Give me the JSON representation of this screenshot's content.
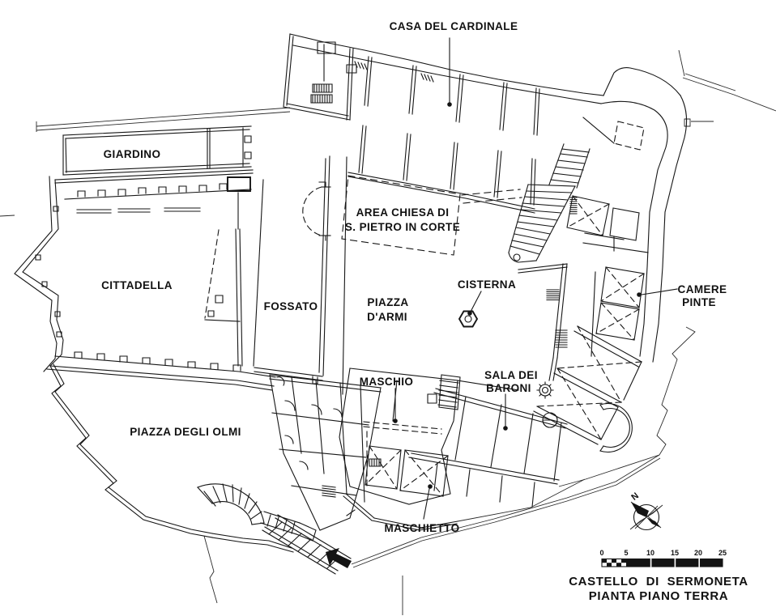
{
  "plan": {
    "labels": {
      "casa_del_cardinale": "CASA DEL CARDINALE",
      "giardino": "GIARDINO",
      "area_chiesa_1": "AREA CHIESA DI",
      "area_chiesa_2": "S. PIETRO IN CORTE",
      "cittadella": "CITTADELLA",
      "fossato": "FOSSATO",
      "piazza_darmi_1": "PIAZZA",
      "piazza_darmi_2": "D'ARMI",
      "cisterna": "CISTERNA",
      "camere_pinte_1": "CAMERE",
      "camere_pinte_2": "PINTE",
      "maschio": "MASCHIO",
      "sala_dei_baroni_1": "SALA DEI",
      "sala_dei_baroni_2": "BARONI",
      "piazza_degli_olmi": "PIAZZA DEGLI OLMI",
      "maschietto": "MASCHIETTO"
    },
    "compass": {
      "north_letter": "N"
    },
    "scale_bar": {
      "ticks": [
        "0",
        "5",
        "10",
        "15",
        "20",
        "25"
      ]
    },
    "title": {
      "line1": "CASTELLO DI SERMONETA",
      "line2": "PIANTA PIANO TERRA"
    }
  }
}
